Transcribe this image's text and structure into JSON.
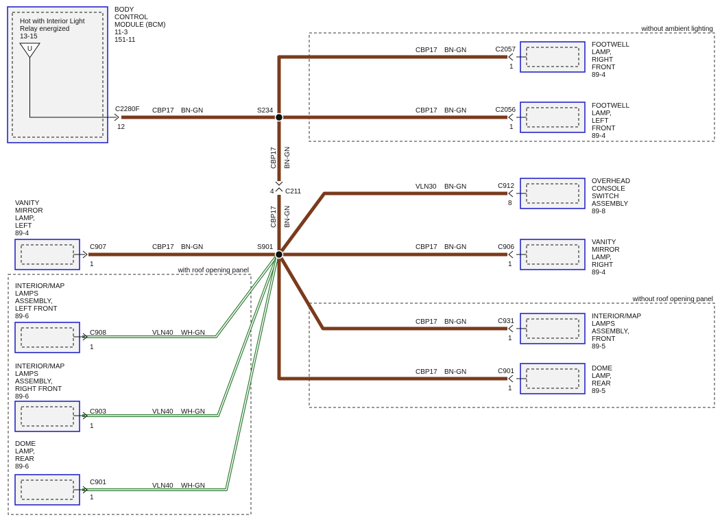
{
  "bcm": {
    "title": [
      "BODY",
      "CONTROL",
      "MODULE (BCM)",
      "11-3",
      "151-11"
    ],
    "note": [
      "Hot with Interior Light",
      "Relay energized",
      "13-15"
    ],
    "symbol": "U",
    "connector": "C2280F",
    "pin": "12"
  },
  "regions": {
    "ambient": "without ambient lighting",
    "roof_with": "with roof opening panel",
    "roof_without": "without roof opening panel"
  },
  "splices": {
    "s234": "S234",
    "s901": "S901"
  },
  "inline": {
    "connector": "C211",
    "pin": "4"
  },
  "wires": {
    "w_bcm": {
      "circuit": "CBP17",
      "color": "BN-GN"
    },
    "w_vert_upper": {
      "circuit": "CBP17",
      "color": "BN-GN"
    },
    "w_vert_lower": {
      "circuit": "CBP17",
      "color": "BN-GN"
    },
    "w_vanity_left": {
      "circuit": "CBP17",
      "color": "BN-GN"
    },
    "w_foot_right": {
      "circuit": "CBP17",
      "color": "BN-GN"
    },
    "w_foot_left": {
      "circuit": "CBP17",
      "color": "BN-GN"
    },
    "w_overhead": {
      "circuit": "VLN30",
      "color": "BN-GN"
    },
    "w_vanity_right": {
      "circuit": "CBP17",
      "color": "BN-GN"
    },
    "w_interior_front": {
      "circuit": "CBP17",
      "color": "BN-GN"
    },
    "w_dome_rear_r": {
      "circuit": "CBP17",
      "color": "BN-GN"
    },
    "w_lf": {
      "circuit": "VLN40",
      "color": "WH-GN"
    },
    "w_rf": {
      "circuit": "VLN40",
      "color": "WH-GN"
    },
    "w_dome_rear_l": {
      "circuit": "VLN40",
      "color": "WH-GN"
    }
  },
  "components": {
    "footwell_right": {
      "label": [
        "FOOTWELL",
        "LAMP,",
        "RIGHT",
        "FRONT",
        "89-4"
      ],
      "connector": "C2057",
      "pin": "1"
    },
    "footwell_left": {
      "label": [
        "FOOTWELL",
        "LAMP,",
        "LEFT",
        "FRONT",
        "89-4"
      ],
      "connector": "C2056",
      "pin": "1"
    },
    "overhead": {
      "label": [
        "OVERHEAD",
        "CONSOLE",
        "SWITCH",
        "ASSEMBLY",
        "89-8"
      ],
      "connector": "C912",
      "pin": "8"
    },
    "vanity_right": {
      "label": [
        "VANITY",
        "MIRROR",
        "LAMP,",
        "RIGHT",
        "89-4"
      ],
      "connector": "C906",
      "pin": "1"
    },
    "interior_front": {
      "label": [
        "INTERIOR/MAP",
        "LAMPS",
        "ASSEMBLY,",
        "FRONT",
        "89-5"
      ],
      "connector": "C931",
      "pin": "1"
    },
    "dome_rear_r": {
      "label": [
        "DOME",
        "LAMP,",
        "REAR",
        "89-5"
      ],
      "connector": "C901",
      "pin": "1"
    },
    "vanity_left": {
      "label": [
        "VANITY",
        "MIRROR",
        "LAMP,",
        "LEFT",
        "89-4"
      ],
      "connector": "C907",
      "pin": "1"
    },
    "interior_lf": {
      "label": [
        "INTERIOR/MAP",
        "LAMPS",
        "ASSEMBLY,",
        "LEFT FRONT",
        "89-6"
      ],
      "connector": "C908",
      "pin": "1"
    },
    "interior_rf": {
      "label": [
        "INTERIOR/MAP",
        "LAMPS",
        "ASSEMBLY,",
        "RIGHT FRONT",
        "89-6"
      ],
      "connector": "C903",
      "pin": "1"
    },
    "dome_rear_l": {
      "label": [
        "DOME",
        "LAMP,",
        "REAR",
        "89-6"
      ],
      "connector": "C901",
      "pin": "1"
    }
  }
}
